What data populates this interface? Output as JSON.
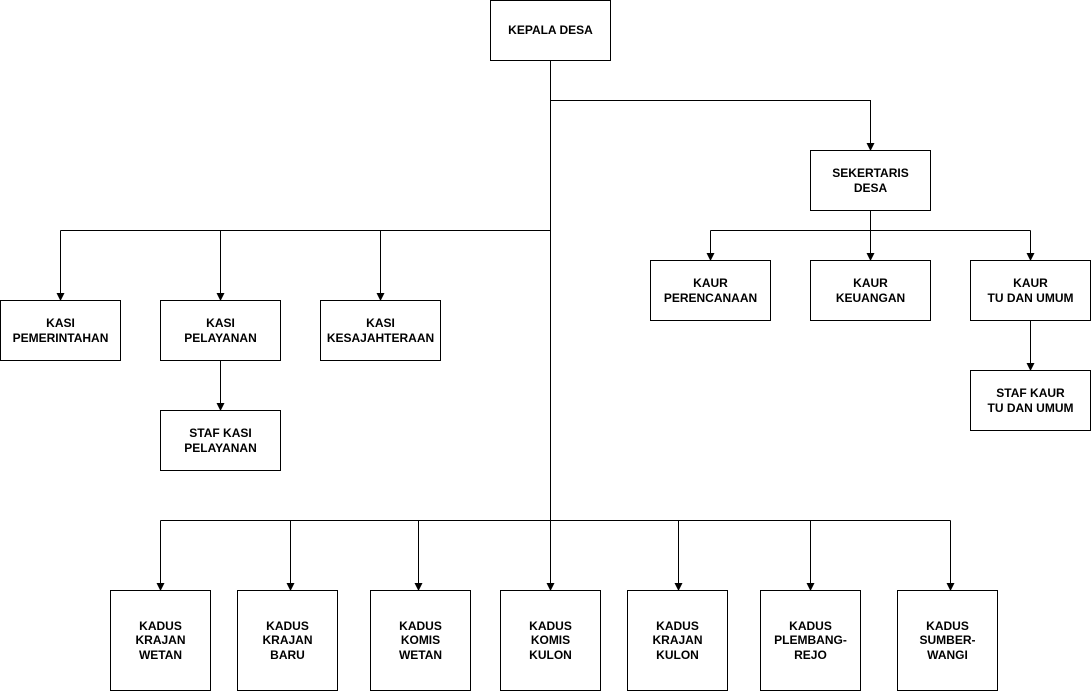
{
  "nodes": {
    "kepala_desa": "KEPALA DESA",
    "sekertaris": "SEKERTARIS\nDESA",
    "kasi_pemerintahan": "KASI\nPEMERINTAHAN",
    "kasi_pelayanan": "KASI\nPELAYANAN",
    "kasi_kesejahteraan": "KASI\nKESAJAHTERAAN",
    "staf_kasi_pelayanan": "STAF KASI\nPELAYANAN",
    "kaur_perencanaan": "KAUR\nPERENCANAAN",
    "kaur_keuangan": "KAUR\nKEUANGAN",
    "kaur_tu_umum": "KAUR\nTU DAN UMUM",
    "staf_kaur_tu_umum": "STAF KAUR\nTU DAN UMUM",
    "kadus_krajan_wetan": "KADUS\nKRAJAN\nWETAN",
    "kadus_krajan_baru": "KADUS\nKRAJAN\nBARU",
    "kadus_komis_wetan": "KADUS\nKOMIS\nWETAN",
    "kadus_komis_kulon": "KADUS\nKOMIS\nKULON",
    "kadus_krajan_kulon": "KADUS\nKRAJAN\nKULON",
    "kadus_plembangrejo": "KADUS\nPLEMBANG-\nREJO",
    "kadus_sumberwangi": "KADUS\nSUMBER-\nWANGI"
  }
}
